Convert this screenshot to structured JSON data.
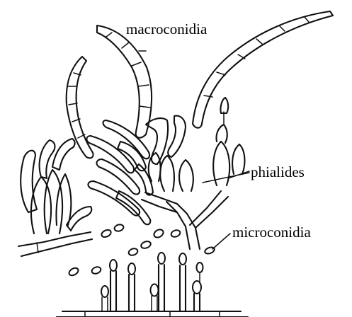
{
  "labels": {
    "macroconidia": "macroconidia",
    "phialides": "phialides",
    "microconidia": "microconidia"
  },
  "colors": {
    "ink": "#111111",
    "background": "#ffffff"
  }
}
